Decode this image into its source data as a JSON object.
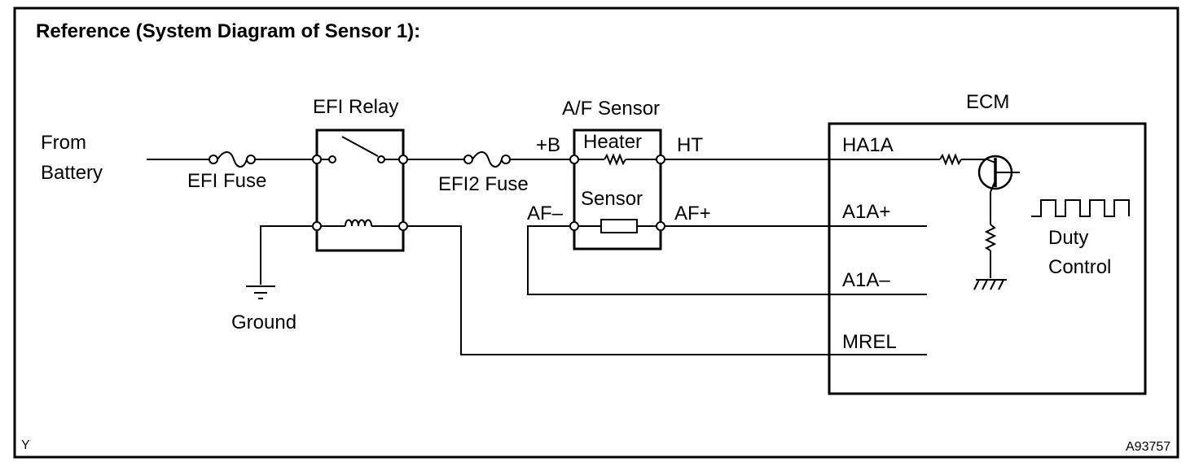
{
  "title": "Reference (System Diagram of Sensor 1):",
  "labels": {
    "from_battery_line1": "From",
    "from_battery_line2": "Battery",
    "efi_fuse": "EFI Fuse",
    "ground": "Ground",
    "efi_relay": "EFI Relay",
    "efi2_fuse": "EFI2 Fuse",
    "af_sensor": "A/F Sensor",
    "plus_b": "+B",
    "heater": "Heater",
    "sensor": "Sensor",
    "ht": "HT",
    "af_minus": "AF–",
    "af_plus": "AF+",
    "ecm": "ECM",
    "duty_line1": "Duty",
    "duty_line2": "Control"
  },
  "ecm_terminals": [
    "HA1A",
    "A1A+",
    "A1A–",
    "MREL"
  ],
  "corner_left": "Y",
  "figure_id": "A93757"
}
